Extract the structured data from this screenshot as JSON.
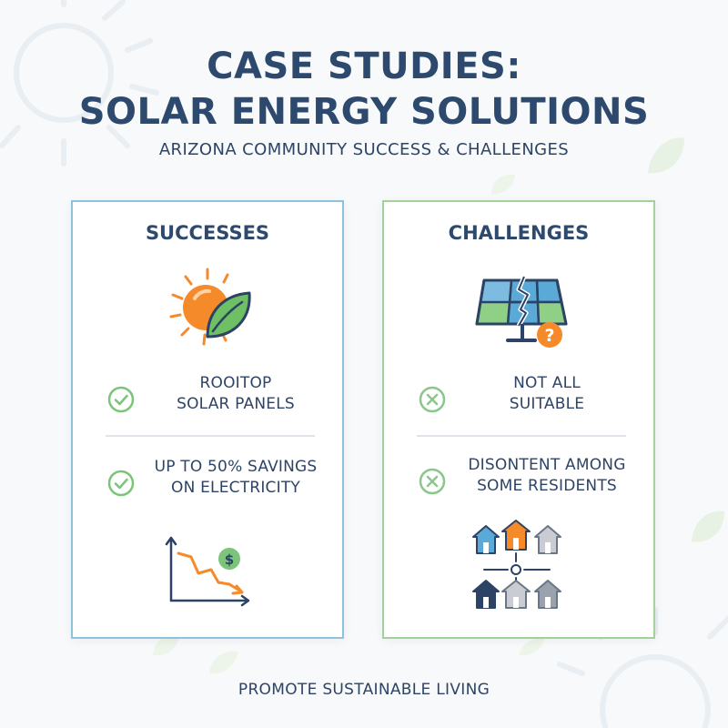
{
  "header": {
    "title_line1": "CASE STUDIES:",
    "title_line2": "SOLAR ENERGY SOLUTIONS",
    "subtitle": "ARIZONA COMMUNITY SUCCESS & CHALLENGES"
  },
  "colors": {
    "title": "#2d4a6e",
    "success_border": "#8ec3de",
    "challenge_border": "#a3d19a",
    "check_green": "#7cc47a",
    "cross_green": "#8bc78a",
    "sun_orange": "#f58a2a",
    "leaf_green": "#6fbf64"
  },
  "successes": {
    "title": "SUCCESSES",
    "icon_top": "sun-leaf-icon",
    "icon_bottom": "declining-cost-chart-icon",
    "items": [
      {
        "icon": "check-circle-icon",
        "line1": "ROOITOP",
        "line2": "SOLAR PANELS"
      },
      {
        "icon": "check-circle-icon",
        "line1": "UP TO 50% SAVINGS",
        "line2": "ON ELECTRICITY"
      }
    ],
    "chart_symbol": "$"
  },
  "challenges": {
    "title": "CHALLENGES",
    "icon_top": "broken-solar-panel-icon",
    "icon_bottom": "neighborhood-houses-icon",
    "items": [
      {
        "icon": "x-circle-icon",
        "line1": "NOT ALL",
        "line2": "SUITABLE"
      },
      {
        "icon": "x-circle-icon",
        "line1": "DISONTENT AMONG",
        "line2": "SOME RESIDENTS"
      }
    ],
    "question_symbol": "?"
  },
  "footer": {
    "text": "PROMOTE SUSTAINABLE LIVING"
  }
}
